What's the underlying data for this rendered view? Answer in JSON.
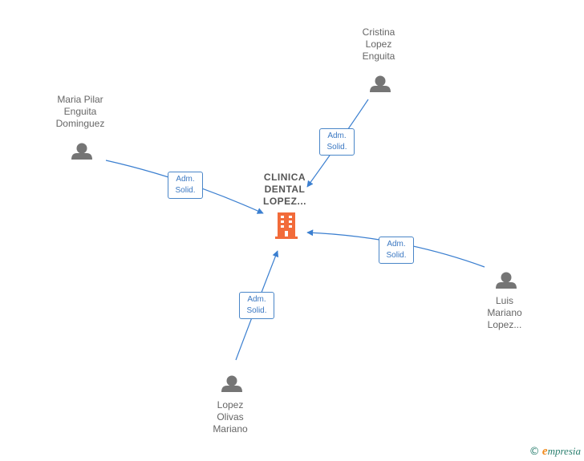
{
  "company": {
    "name_lines": [
      "CLINICA",
      "DENTAL",
      "LOPEZ..."
    ],
    "icon": "building-icon",
    "color": "#f26b3a"
  },
  "people": [
    {
      "id": "cristina",
      "name_lines": [
        "Cristina",
        "Lopez",
        "Enguita"
      ],
      "icon": "person-icon"
    },
    {
      "id": "maria",
      "name_lines": [
        "Maria Pilar",
        "Enguita",
        "Dominguez"
      ],
      "icon": "person-icon"
    },
    {
      "id": "luis",
      "name_lines": [
        "Luis",
        "Mariano",
        "Lopez..."
      ],
      "icon": "person-icon"
    },
    {
      "id": "lopez",
      "name_lines": [
        "Lopez",
        "Olivas",
        "Mariano"
      ],
      "icon": "person-icon"
    }
  ],
  "relations": [
    {
      "from": "cristina",
      "label_lines": [
        "Adm.",
        "Solid."
      ]
    },
    {
      "from": "maria",
      "label_lines": [
        "Adm.",
        "Solid."
      ]
    },
    {
      "from": "luis",
      "label_lines": [
        "Adm.",
        "Solid."
      ]
    },
    {
      "from": "lopez",
      "label_lines": [
        "Adm.",
        "Solid."
      ]
    }
  ],
  "colors": {
    "edge": "#3b7fd0",
    "person_icon": "#757575",
    "text": "#666666"
  },
  "brand": {
    "copyright": "©",
    "e_letter": "e",
    "rest": "mpresia"
  }
}
